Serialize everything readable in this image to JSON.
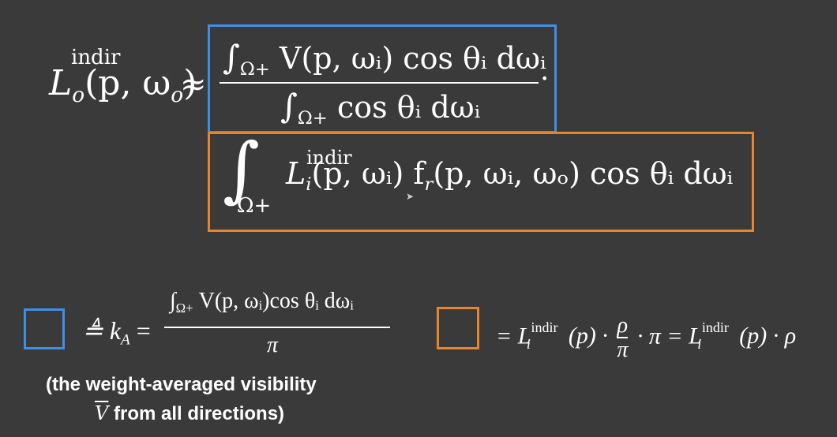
{
  "equation": {
    "lhs_symbol": "L",
    "lhs_sub": "o",
    "lhs_sup": "indir",
    "lhs_args": "(p, ω",
    "lhs_args_sub": "o",
    "lhs_close": ")",
    "approx": "≈",
    "numerator_int": "∫",
    "numerator_int_sub": "Ω+",
    "numerator_body": "V(p, ωᵢ) cos θᵢ dωᵢ",
    "denominator_int": "∫",
    "denominator_int_sub": "Ω+",
    "denominator_body": "cos θᵢ dωᵢ",
    "trailing_dot": "·",
    "integral_symbol": "∫",
    "integral_sub": "Ω+",
    "integrand_symbol": "L",
    "integrand_sub": "i",
    "integrand_sup": "indir",
    "integrand_rest": "(p, ωᵢ) f",
    "integrand_fr_sub": "r",
    "integrand_tail": "(p, ωᵢ, ωₒ) cos θᵢ dωᵢ"
  },
  "blue_def": {
    "symbol": "≜ k",
    "symbol_sub": "A",
    "equals": " =",
    "num_int": "∫",
    "num_int_sub": "Ω+",
    "num_body": "V(p, ωᵢ)cos θᵢ dωᵢ",
    "den": "π"
  },
  "orange_def": {
    "part1": "= L",
    "part1_sub": "i",
    "part1_sup": "indir",
    "part1_args": "(p) ·",
    "frac_num": "ρ",
    "frac_den": "π",
    "part2": "· π = L",
    "part2_sub": "i",
    "part2_sup": "indir",
    "part2_args": "(p) · ρ"
  },
  "caption": {
    "line1": "(the weight-averaged visibility",
    "line2_symbol": "V",
    "line2_rest": " from all directions)"
  },
  "colors": {
    "background": "#3a3a3a",
    "blue_box": "#3f8fe6",
    "orange_box": "#e8852c"
  }
}
